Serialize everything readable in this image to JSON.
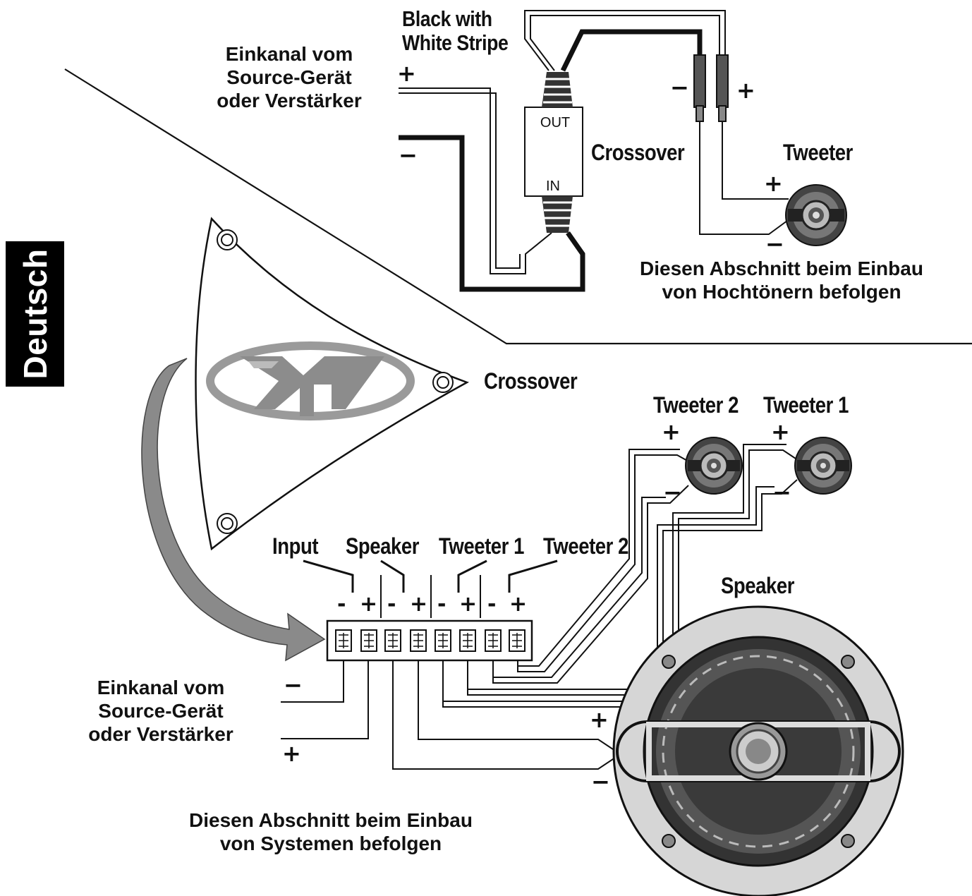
{
  "language_tab": "Deutsch",
  "top_section": {
    "source_label": [
      "Einkanal vom",
      "Source-Gerät",
      "oder Verstärker"
    ],
    "wire_label": [
      "Black with",
      "White Stripe"
    ],
    "crossover_out": "OUT",
    "crossover_in": "IN",
    "crossover_label": "Crossover",
    "tweeter_label": "Tweeter",
    "instruction": [
      "Diesen Abschnitt beim Einbau",
      "von Hochtönern befolgen"
    ]
  },
  "bottom_section": {
    "crossover_label": "Crossover",
    "tweeter2_label": "Tweeter 2",
    "tweeter1_label": "Tweeter 1",
    "terminal_labels": [
      "Input",
      "Speaker",
      "Tweeter 1",
      "Tweeter 2"
    ],
    "terminal_polarity": [
      "-",
      "+",
      "-",
      "+",
      "-",
      "+",
      "-",
      "+"
    ],
    "speaker_label": "Speaker",
    "source_label": [
      "Einkanal vom",
      "Source-Gerät",
      "oder Verstärker"
    ],
    "instruction": [
      "Diesen Abschnitt beim Einbau",
      "von Systemen befolgen"
    ]
  },
  "signs": {
    "plus": "+",
    "minus": "−"
  },
  "colors": {
    "ink": "#111111",
    "gray_arrow": "#8a8a8a",
    "tab_bg": "#000000",
    "tab_text": "#ffffff"
  }
}
